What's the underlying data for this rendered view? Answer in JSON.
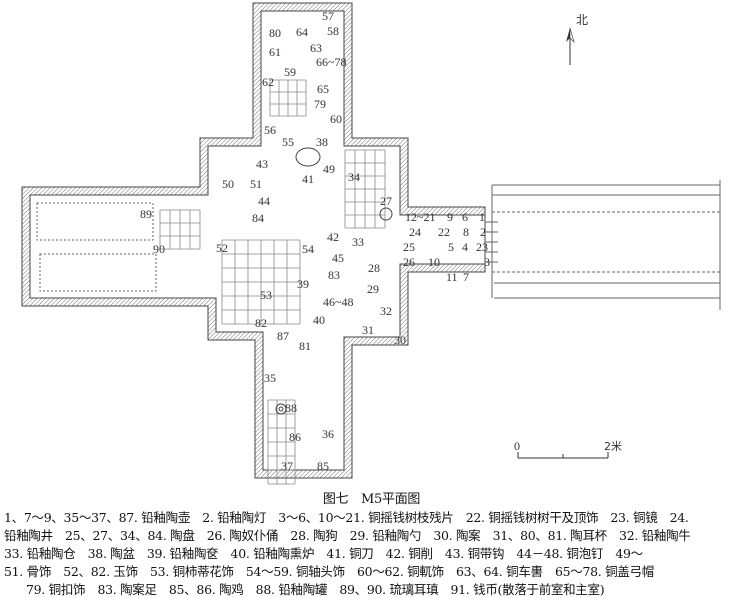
{
  "figure": {
    "title": "图七　M5平面图",
    "north_label": "北",
    "scale": {
      "start": "0",
      "end": "2米"
    }
  },
  "object_labels": [
    "57",
    "58",
    "80",
    "64",
    "63",
    "61",
    "66~78",
    "59",
    "62",
    "65",
    "79",
    "60",
    "56",
    "55",
    "38",
    "43",
    "49",
    "41",
    "50",
    "51",
    "44",
    "84",
    "34",
    "27",
    "12~21",
    "9",
    "6",
    "1",
    "24",
    "22",
    "8",
    "2",
    "25",
    "5",
    "4",
    "23",
    "10",
    "3",
    "26",
    "11",
    "7",
    "31",
    "52",
    "89",
    "90",
    "54",
    "42",
    "45",
    "33",
    "83",
    "39",
    "29",
    "53",
    "46~48",
    "28",
    "40",
    "82",
    "87",
    "81",
    "32",
    "30",
    "35",
    "88",
    "86",
    "36",
    "37",
    "85"
  ],
  "caption_lines": [
    "1、7～9、35～37、87. 铅釉陶壶　2. 铅釉陶灯　3～6、10～21. 铜摇钱树枝残片　22. 铜摇钱树树干及顶饰　23. 铜镜　24.",
    "铅釉陶井　25、27、34、84. 陶盘　26. 陶奴仆俑　28. 陶狗　29. 铅釉陶勺　30. 陶案　31、80、81. 陶耳杯　32. 铅釉陶牛",
    "33. 铅釉陶仓　38. 陶盆　39. 铅釉陶奁　40. 铅釉陶熏炉　41. 铜刀　42. 铜削　43. 铜带钩　44－48. 铜泡钉　49～",
    "51. 骨饰　52、82. 玉饰　53. 铜柿蒂花饰　54～59. 铜轴头饰　60～62. 铜軏饰　63、64. 铜车軎　65～78. 铜盖弓帽",
    "79. 铜扣饰　83. 陶案足　85、86. 陶鸡　88. 铅釉陶罐　89、90. 琉璃耳瑱　91. 钱币(散落于前室和主室)"
  ]
}
